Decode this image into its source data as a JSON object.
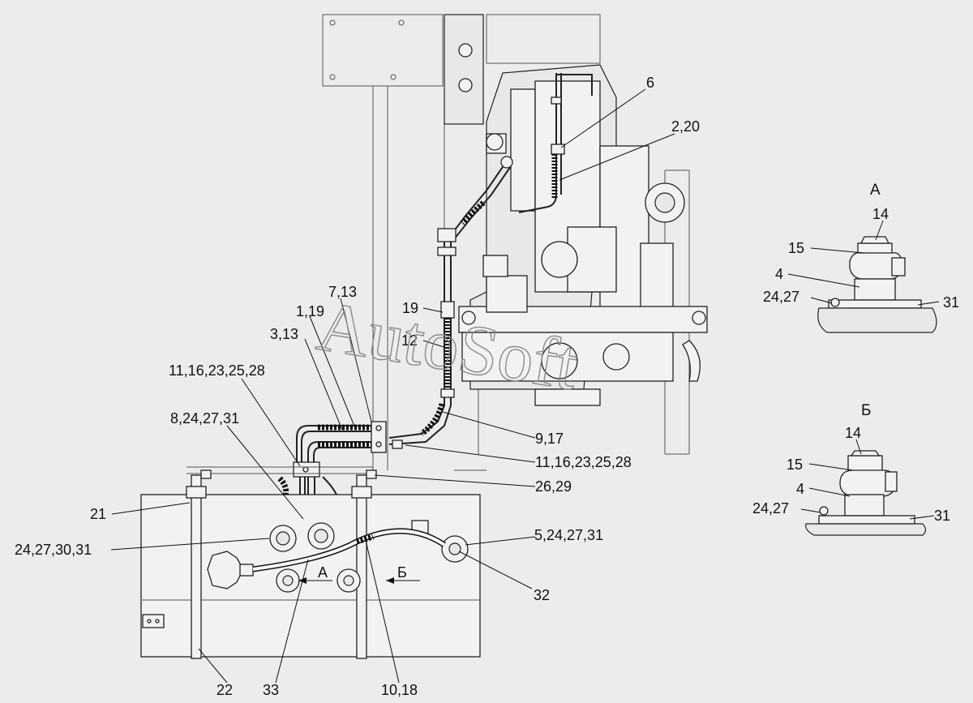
{
  "watermark": "AutoSoft",
  "views": {
    "a_title": "А",
    "b_title": "Б"
  },
  "arrows": {
    "a": "А",
    "b": "Б"
  },
  "callouts": {
    "c6": "6",
    "c2_20": "2,20",
    "c7_13": "7,13",
    "c1_19": "1,19",
    "c3_13": "3,13",
    "c19": "19",
    "c12": "12",
    "c11_16_23_25_28_top": "11,16,23,25,28",
    "c8_24_27_31": "8,24,27,31",
    "c9_17": "9,17",
    "c11_16_23_25_28_right": "11,16,23,25,28",
    "c26_29": "26,29",
    "c21": "21",
    "c24_27_30_31": "24,27,30,31",
    "c5_24_27_31": "5,24,27,31",
    "c32": "32",
    "c22": "22",
    "c33": "33",
    "c10_18": "10,18"
  },
  "view_a": {
    "c14": "14",
    "c15": "15",
    "c4": "4",
    "c24_27": "24,27",
    "c31": "31"
  },
  "view_b": {
    "c14": "14",
    "c15": "15",
    "c4": "4",
    "c24_27": "24,27",
    "c31": "31"
  }
}
